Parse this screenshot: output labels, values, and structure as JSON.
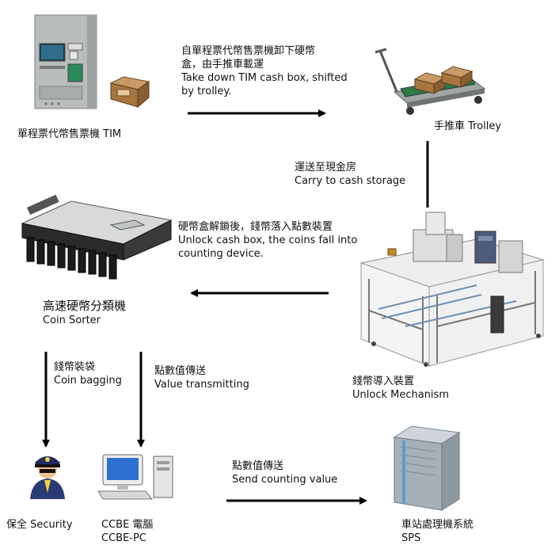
{
  "tim": {
    "label": "單程票代幣售票機 TIM"
  },
  "trolley": {
    "label": "手推車 Trolley"
  },
  "step_takedown": {
    "zh_line1": "自單程票代幣售票機卸下硬幣",
    "zh_line2": "盒，由手推車載運",
    "en_line1": "Take down TIM cash box, shifted",
    "en_line2": "by trolley."
  },
  "step_carry": {
    "zh": "運送至現金房",
    "en": "Carry to cash storage"
  },
  "step_unlock": {
    "zh": "硬幣盒解鎖後，錢幣落入點數裝置",
    "en_line1": "Unlock cash box, the coins fall into",
    "en_line2": "counting device."
  },
  "coin_sorter": {
    "zh": "高速硬幣分類機",
    "en": "Coin Sorter"
  },
  "unlock_mechanism": {
    "zh": "錢幣導入裝置",
    "en": "Unlock Mechanism"
  },
  "step_bagging": {
    "zh": "錢幣裝袋",
    "en": "Coin bagging"
  },
  "step_value": {
    "zh": "點數值傳送",
    "en": "Value transmitting"
  },
  "step_send": {
    "zh": "點數值傳送",
    "en": "Send counting value"
  },
  "security": {
    "label": "保全 Security"
  },
  "ccbe": {
    "line1": "CCBE 電腦",
    "line2": "CCBE-PC"
  },
  "sps": {
    "zh": "車站處理機系統",
    "en": "SPS"
  }
}
